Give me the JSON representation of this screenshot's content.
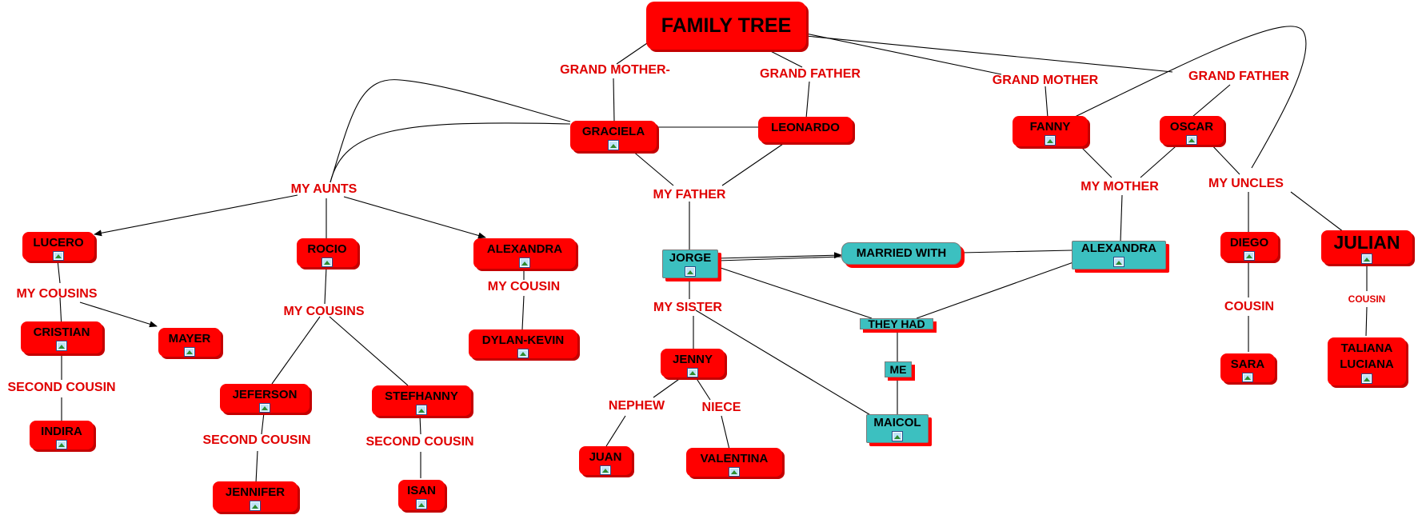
{
  "title": "FAMILY TREE",
  "nodes": {
    "graciela": "GRACIELA",
    "leonardo": "LEONARDO",
    "fanny": "FANNY",
    "oscar": "OSCAR",
    "lucero": "LUCERO",
    "rocio": "ROCIO",
    "alexandra_aunt": "ALEXANDRA",
    "cristian": "CRISTIAN",
    "mayer": "MAYER",
    "indira": "INDIRA",
    "jeferson": "JEFERSON",
    "stefhanny": "STEFHANNY",
    "jennifer": "JENNIFER",
    "isan": "ISAN",
    "dylan": "DYLAN-KEVIN",
    "jorge": "JORGE",
    "married": "MARRIED WITH",
    "alexandra_mother": "ALEXANDRA",
    "they_had": "THEY HAD",
    "me": "ME",
    "maicol": "MAICOL",
    "jenny": "JENNY",
    "juan": "JUAN",
    "valentina": "VALENTINA",
    "diego": "DIEGO",
    "julian": "JULIAN",
    "sara": "SARA",
    "taliana": "TALIANA\nLUCIANA"
  },
  "links": {
    "grand_mother_1": "GRAND MOTHER-",
    "grand_father_1": "GRAND FATHER",
    "grand_mother_2": "GRAND MOTHER",
    "grand_father_2": "GRAND FATHER",
    "my_aunts": "MY AUNTS",
    "my_father": "MY FATHER",
    "my_mother": "MY MOTHER",
    "my_uncles": "MY UNCLES",
    "my_cousins_1": "MY COUSINS",
    "my_cousins_2": "MY COUSINS",
    "my_cousin": "MY COUSIN",
    "second_cousin_1": "SECOND COUSIN",
    "second_cousin_2": "SECOND COUSIN",
    "second_cousin_3": "SECOND COUSIN",
    "my_sister": "MY SISTER",
    "nephew": "NEPHEW",
    "niece": "NIECE",
    "cousin_1": "COUSIN",
    "cousin_2": "COUSIN"
  },
  "colors": {
    "node_red": "#ff0000",
    "node_teal": "#3cc0c0",
    "link_text": "#e00000",
    "line": "#000000"
  }
}
